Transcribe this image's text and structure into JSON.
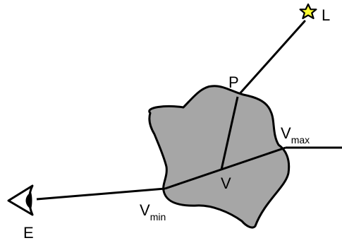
{
  "labels": {
    "light": "L",
    "point": "P",
    "v_max_base": "V",
    "v_max_sub": "max",
    "v": "V",
    "v_min_base": "V",
    "v_min_sub": "min",
    "eye": "E"
  },
  "colors": {
    "blob_fill": "#a6a6a6",
    "stroke": "#000000",
    "star_fill": "#ffff33",
    "background": "#ffffff"
  },
  "icons": {
    "light": "star-icon",
    "eye": "eye-icon"
  }
}
